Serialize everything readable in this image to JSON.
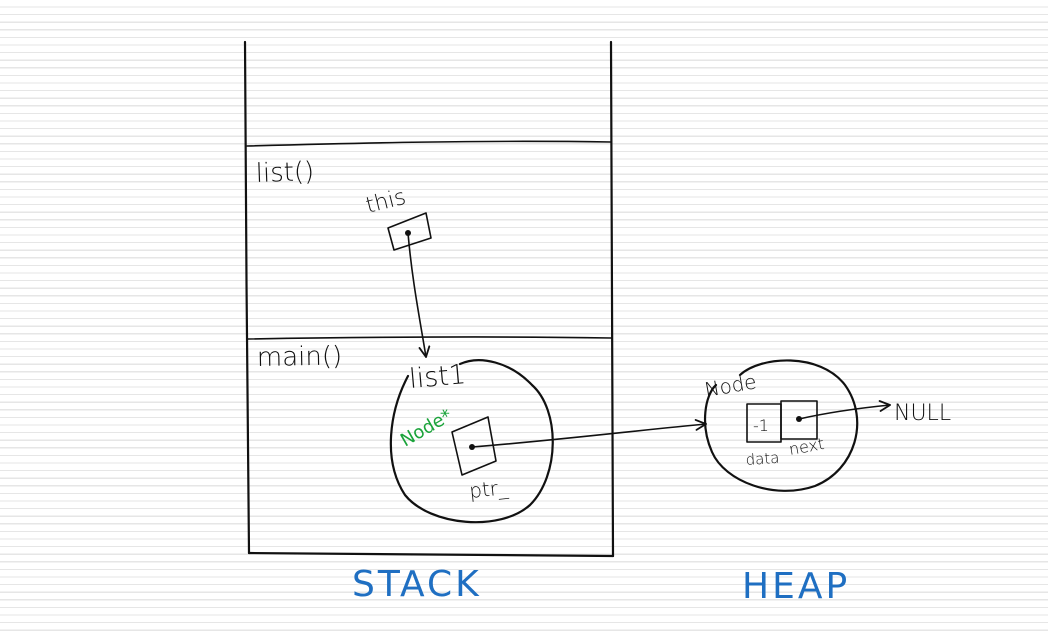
{
  "colors": {
    "ink": "#111111",
    "section_label": "#1f6fc2",
    "type_annotation": "#1aa33a",
    "ruled_line": "#e6e6e6"
  },
  "stack": {
    "label": "STACK",
    "frames": [
      {
        "name": "list()",
        "variable": "this"
      },
      {
        "name": "main()",
        "variable": "list1"
      }
    ],
    "object": {
      "type_annotation": "Node*",
      "field_name": "ptr_"
    }
  },
  "heap": {
    "label": "HEAP",
    "node": {
      "title": "Node",
      "data_value": "-1",
      "data_label": "data",
      "next_label": "next"
    },
    "null_label": "NULL"
  }
}
